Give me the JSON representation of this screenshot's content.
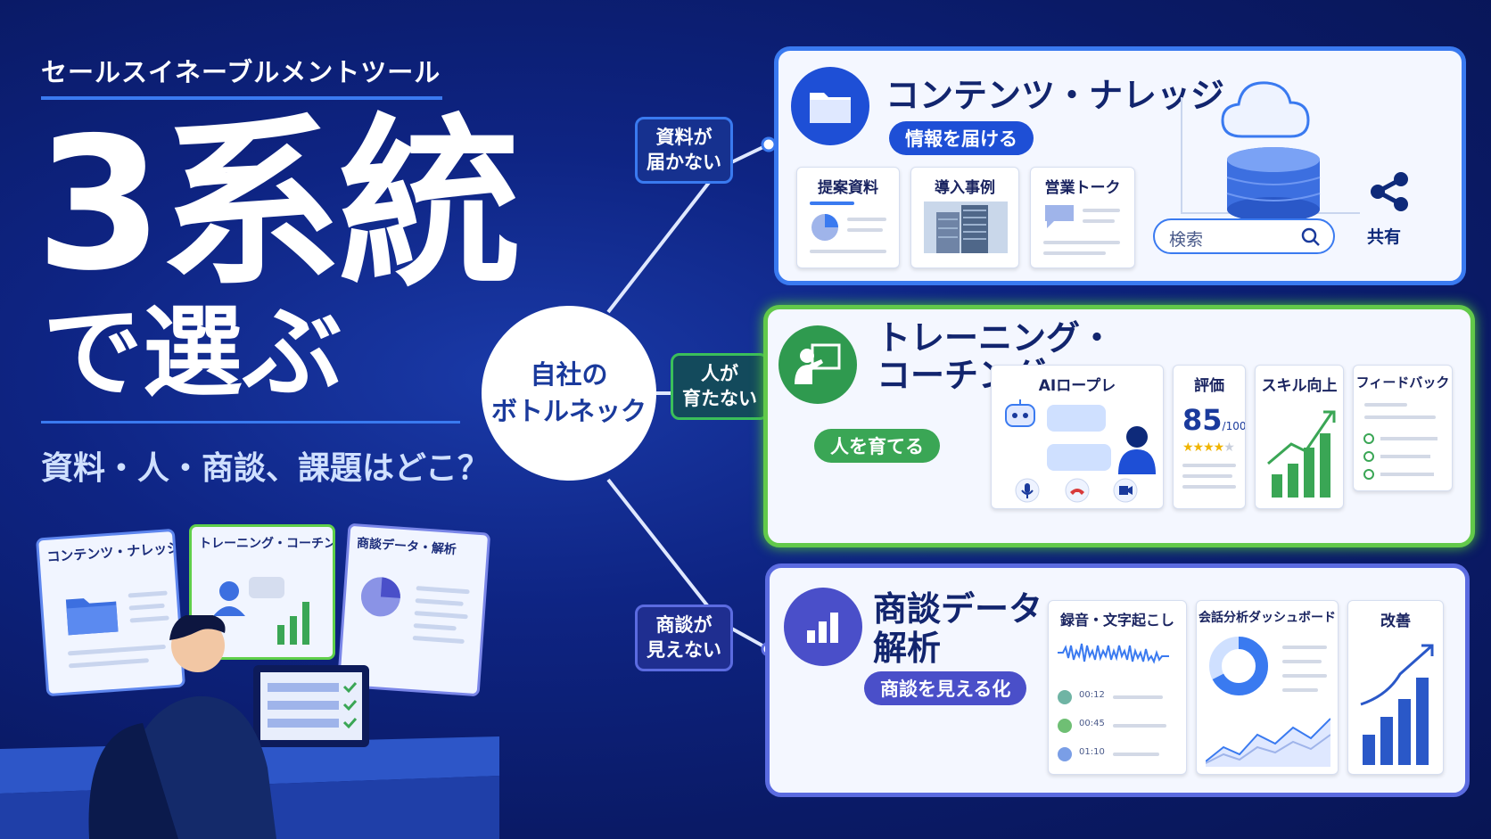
{
  "header": {
    "kicker": "セールスイネーブルメントツール",
    "big_number": "3系統",
    "big_sub": "で選ぶ",
    "question": "資料・人・商談、課題はどこ？"
  },
  "mini_cards": [
    "コンテンツ・ナレッジ",
    "トレーニング・コーチング",
    "商談データ・解析"
  ],
  "hub": {
    "line1": "自社の",
    "line2": "ボトルネック"
  },
  "tags": [
    {
      "line1": "資料が",
      "line2": "届かない"
    },
    {
      "line1": "人が",
      "line2": "育たない"
    },
    {
      "line1": "商談が",
      "line2": "見えない"
    }
  ],
  "panels": {
    "content": {
      "title": "コンテンツ・ナレッジ",
      "pill": "情報を届ける",
      "cards": [
        "提案資料",
        "導入事例",
        "営業トーク"
      ],
      "search_placeholder": "検索",
      "share_label": "共有",
      "icon": "folder-icon"
    },
    "training": {
      "title_line1": "トレーニング・",
      "title_line2": "コーチング",
      "pill": "人を育てる",
      "cards": [
        "AIロープレ",
        "評価",
        "スキル向上",
        "フィードバック"
      ],
      "score": "85",
      "score_max": "/100",
      "icon": "teacher-icon"
    },
    "deals": {
      "title_line1": "商談データ・",
      "title_line2": "解析",
      "pill": "商談を見える化",
      "cards": [
        "録音・文字起こし",
        "会話分析ダッシュボード",
        "改善"
      ],
      "timestamps": [
        "00:12",
        "00:45",
        "01:10"
      ],
      "icon": "bar-chart-icon"
    }
  },
  "colors": {
    "blue_accent": "#3a7af0",
    "green_accent": "#3aa655",
    "purple_accent": "#4a4fc9",
    "navy_bg": "#0e2483"
  }
}
